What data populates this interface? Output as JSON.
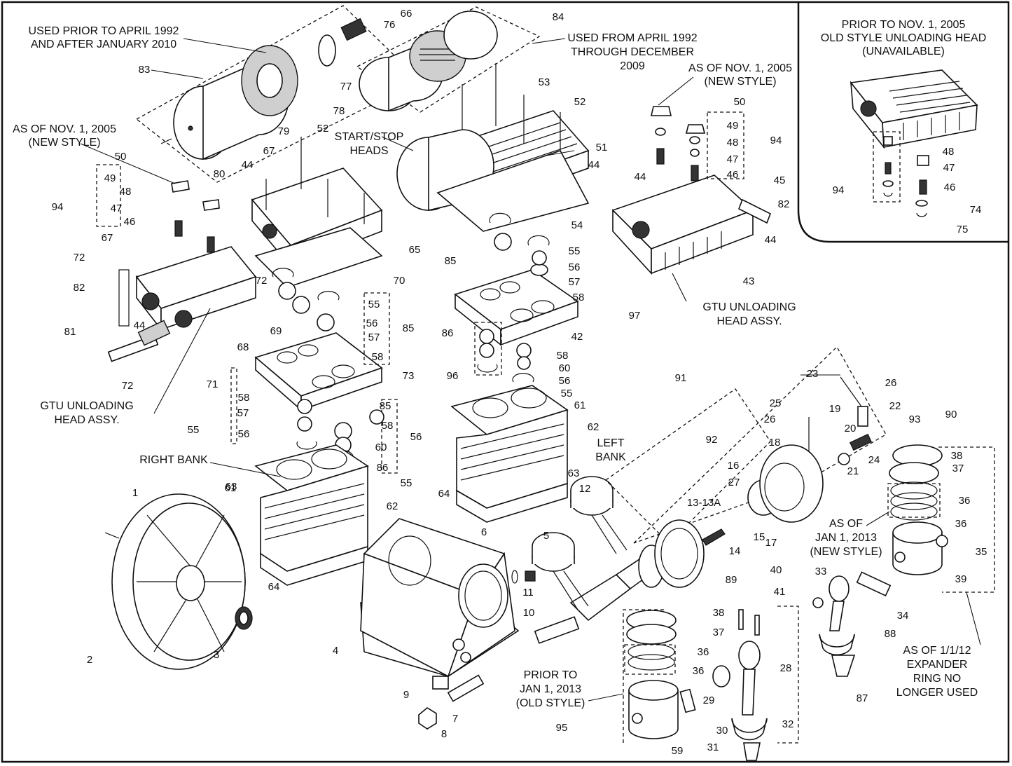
{
  "notes": {
    "prior_april_1992": [
      "USED PRIOR TO APRIL 1992",
      "AND AFTER JANUARY 2010"
    ],
    "from_april_1992": [
      "USED FROM APRIL 1992",
      "THROUGH DECEMBER",
      "2009"
    ],
    "new_style_left": [
      "AS OF NOV. 1, 2005",
      "(NEW STYLE)"
    ],
    "new_style_right": [
      "AS OF NOV. 1, 2005",
      "(NEW STYLE)"
    ],
    "start_stop": [
      "START/STOP",
      "HEADS"
    ],
    "gtu_left": [
      "GTU UNLOADING",
      "HEAD ASSY."
    ],
    "gtu_right": [
      "GTU UNLOADING",
      "HEAD ASSY."
    ],
    "right_bank": [
      "RIGHT BANK"
    ],
    "left_bank": [
      "LEFT",
      "BANK"
    ],
    "prior_2013": [
      "PRIOR TO",
      "JAN 1, 2013",
      "(OLD STYLE)"
    ],
    "as_of_2013": [
      "AS OF",
      "JAN 1, 2013",
      "(NEW STYLE)"
    ],
    "expander": [
      "AS OF 1/1/12",
      "EXPANDER",
      "RING NO",
      "LONGER USED"
    ]
  },
  "inset": {
    "title": [
      "PRIOR TO NOV. 1, 2005",
      "OLD STYLE UNLOADING HEAD",
      "(UNAVAILABLE)"
    ]
  },
  "callouts": [
    {
      "text": "76"
    },
    {
      "text": "66"
    },
    {
      "text": "84"
    },
    {
      "text": "83"
    },
    {
      "text": "77"
    },
    {
      "text": "78"
    },
    {
      "text": "79"
    },
    {
      "text": "80"
    },
    {
      "text": "53"
    },
    {
      "text": "52"
    },
    {
      "text": "52"
    },
    {
      "text": "51"
    },
    {
      "text": "44"
    },
    {
      "text": "67"
    },
    {
      "text": "44"
    },
    {
      "text": "65"
    },
    {
      "text": "50"
    },
    {
      "text": "49"
    },
    {
      "text": "48"
    },
    {
      "text": "47"
    },
    {
      "text": "46"
    },
    {
      "text": "94"
    },
    {
      "text": "50"
    },
    {
      "text": "49"
    },
    {
      "text": "48"
    },
    {
      "text": "47"
    },
    {
      "text": "46"
    },
    {
      "text": "94"
    },
    {
      "text": "45"
    },
    {
      "text": "44"
    },
    {
      "text": "82"
    },
    {
      "text": "44"
    },
    {
      "text": "43"
    },
    {
      "text": "54"
    },
    {
      "text": "85"
    },
    {
      "text": "55"
    },
    {
      "text": "56"
    },
    {
      "text": "57"
    },
    {
      "text": "58"
    },
    {
      "text": "97"
    },
    {
      "text": "42"
    },
    {
      "text": "86"
    },
    {
      "text": "58"
    },
    {
      "text": "60"
    },
    {
      "text": "56"
    },
    {
      "text": "55"
    },
    {
      "text": "61"
    },
    {
      "text": "62"
    },
    {
      "text": "63"
    },
    {
      "text": "64"
    },
    {
      "text": "67"
    },
    {
      "text": "72"
    },
    {
      "text": "82"
    },
    {
      "text": "72"
    },
    {
      "text": "44"
    },
    {
      "text": "81"
    },
    {
      "text": "72"
    },
    {
      "text": "71"
    },
    {
      "text": "68"
    },
    {
      "text": "69"
    },
    {
      "text": "70"
    },
    {
      "text": "55"
    },
    {
      "text": "56"
    },
    {
      "text": "85"
    },
    {
      "text": "57"
    },
    {
      "text": "58"
    },
    {
      "text": "96"
    },
    {
      "text": "73"
    },
    {
      "text": "58"
    },
    {
      "text": "57"
    },
    {
      "text": "56"
    },
    {
      "text": "55"
    },
    {
      "text": "85"
    },
    {
      "text": "58"
    },
    {
      "text": "60"
    },
    {
      "text": "56"
    },
    {
      "text": "86"
    },
    {
      "text": "55"
    },
    {
      "text": "61"
    },
    {
      "text": "62"
    },
    {
      "text": "63"
    },
    {
      "text": "64"
    },
    {
      "text": "1"
    },
    {
      "text": "2"
    },
    {
      "text": "3"
    },
    {
      "text": "4"
    },
    {
      "text": "9"
    },
    {
      "text": "7"
    },
    {
      "text": "8"
    },
    {
      "text": "6"
    },
    {
      "text": "5"
    },
    {
      "text": "11"
    },
    {
      "text": "10"
    },
    {
      "text": "12"
    },
    {
      "text": "91"
    },
    {
      "text": "92"
    },
    {
      "text": "13-13A"
    },
    {
      "text": "14"
    },
    {
      "text": "15"
    },
    {
      "text": "16"
    },
    {
      "text": "17"
    },
    {
      "text": "18"
    },
    {
      "text": "27"
    },
    {
      "text": "25"
    },
    {
      "text": "26"
    },
    {
      "text": "19"
    },
    {
      "text": "23"
    },
    {
      "text": "26"
    },
    {
      "text": "22"
    },
    {
      "text": "20"
    },
    {
      "text": "24"
    },
    {
      "text": "21"
    },
    {
      "text": "93"
    },
    {
      "text": "90"
    },
    {
      "text": "38"
    },
    {
      "text": "37"
    },
    {
      "text": "36"
    },
    {
      "text": "36"
    },
    {
      "text": "35"
    },
    {
      "text": "39"
    },
    {
      "text": "33"
    },
    {
      "text": "34"
    },
    {
      "text": "88"
    },
    {
      "text": "89"
    },
    {
      "text": "38"
    },
    {
      "text": "37"
    },
    {
      "text": "36"
    },
    {
      "text": "36"
    },
    {
      "text": "95"
    },
    {
      "text": "59"
    },
    {
      "text": "40"
    },
    {
      "text": "41"
    },
    {
      "text": "28"
    },
    {
      "text": "29"
    },
    {
      "text": "30"
    },
    {
      "text": "31"
    },
    {
      "text": "32"
    },
    {
      "text": "87"
    },
    {
      "text": "48"
    },
    {
      "text": "47"
    },
    {
      "text": "46"
    },
    {
      "text": "94"
    },
    {
      "text": "74"
    },
    {
      "text": "75"
    }
  ]
}
